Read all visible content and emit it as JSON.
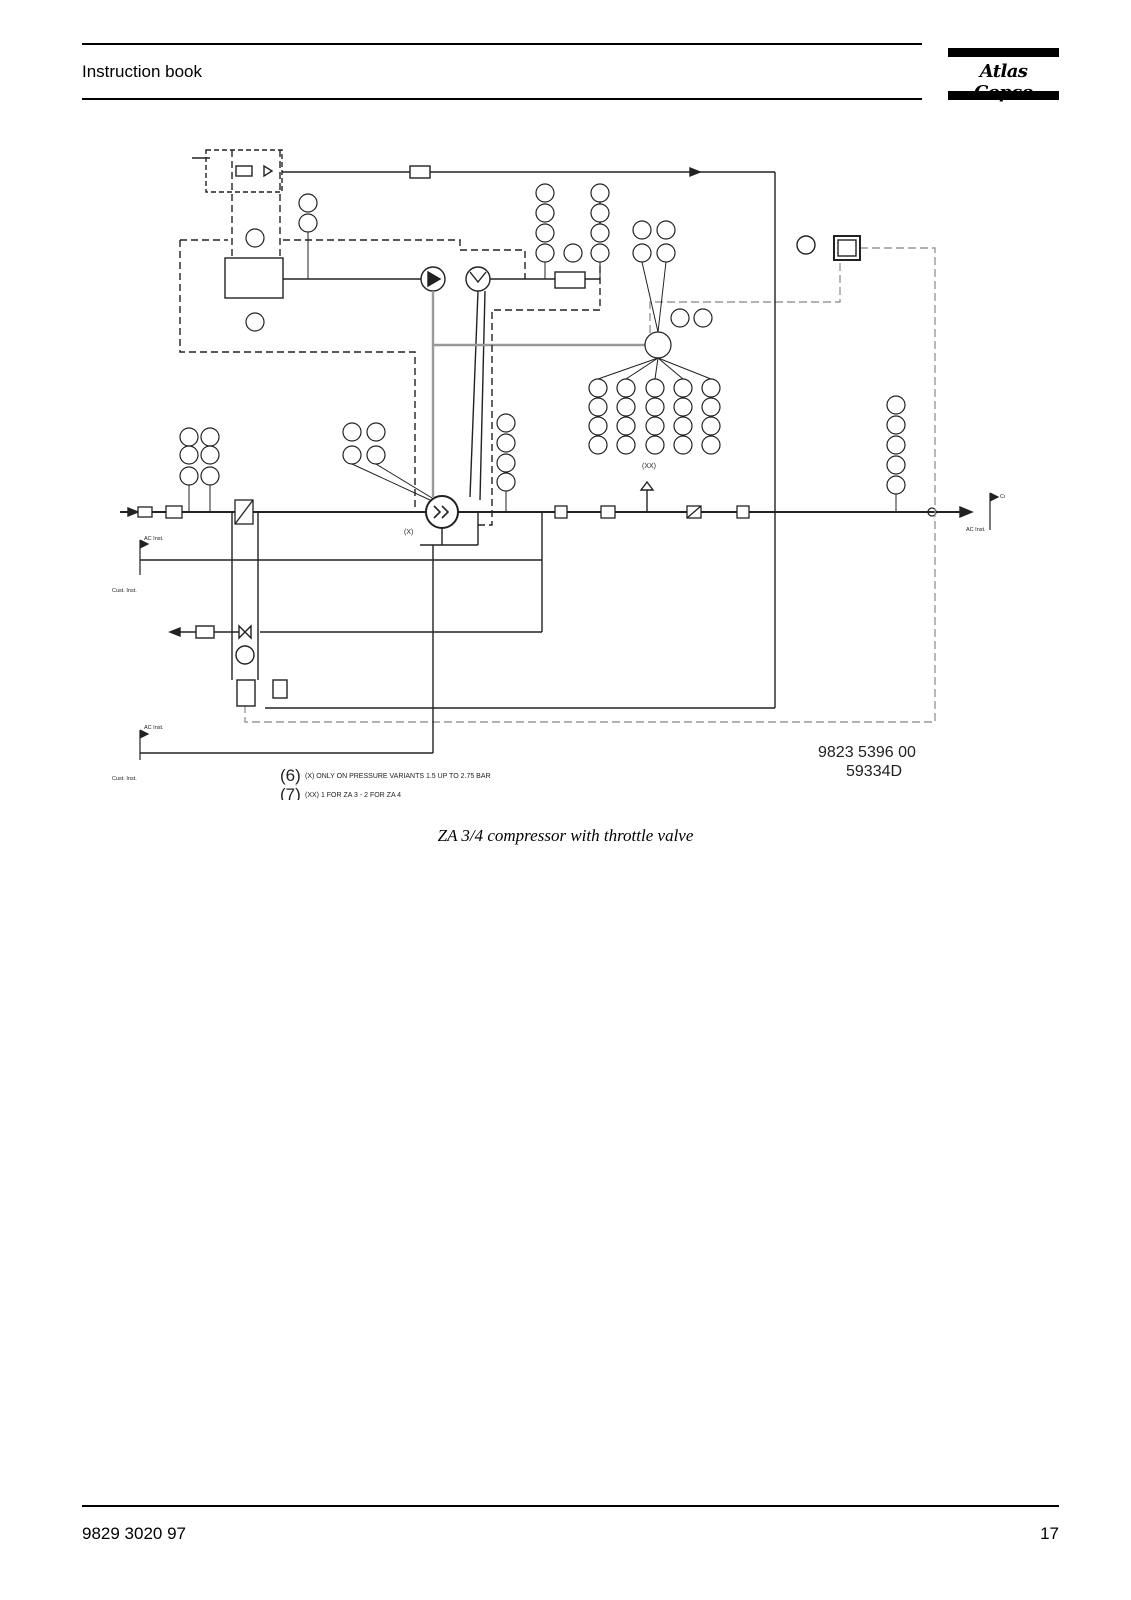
{
  "header": {
    "title": "Instruction book",
    "logo_text": "Atlas Copco"
  },
  "diagram": {
    "drawing_number": "9823 5396 00",
    "drawing_code": "59334D",
    "notes": [
      {
        "marker": "(6)",
        "text": "(X)   ONLY ON PRESSURE VARIANTS 1.5 UP TO 2.75 BAR"
      },
      {
        "marker": "(7)",
        "text": "(XX)  1 FOR ZA 3 - 2 FOR ZA 4"
      }
    ],
    "connection_labels": {
      "cust_inst": "Cust. Inst.",
      "ac_inst": "AC Inst."
    },
    "markers": {
      "x": "(X)",
      "xx": "(XX)"
    }
  },
  "caption": "ZA 3/4 compressor with throttle valve",
  "footer": {
    "doc_number": "9829 3020 97",
    "page_number": "17"
  }
}
